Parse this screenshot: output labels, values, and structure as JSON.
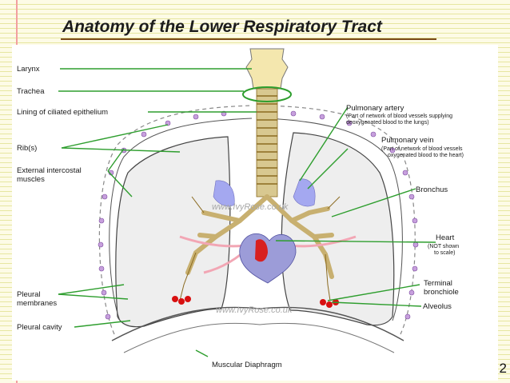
{
  "slide": {
    "title": "Anatomy of the Lower Respiratory Tract",
    "page_number": "2"
  },
  "diagram": {
    "watermark": "www.IvyRose.co.uk",
    "labels": {
      "larynx": "Larynx",
      "trachea": "Trachea",
      "lining": "Lining of ciliated epithelium",
      "ribs": "Rib(s)",
      "ext_intercostal_1": "External intercostal",
      "ext_intercostal_2": "muscles",
      "pleural_membranes_1": "Pleural",
      "pleural_membranes_2": "membranes",
      "pleural_cavity": "Pleural cavity",
      "diaphragm": "Muscular Diaphragm",
      "pulmonary_artery": "Pulmonary artery",
      "pulmonary_artery_note_1": "(Part of network of blood vessels supplying",
      "pulmonary_artery_note_2": "deoxygenated blood to the lungs)",
      "pulmonary_vein": "Pulmonary vein",
      "pulmonary_vein_note_1": "(Part of network of blood vessels",
      "pulmonary_vein_note_2": "oxygenated blood to the heart)",
      "bronchus": "Bronchus",
      "heart": "Heart",
      "heart_note_1": "(NOT shown",
      "heart_note_2": "to scale)",
      "terminal_bronchiole_1": "Terminal",
      "terminal_bronchiole_2": "bronchiole",
      "alveolus": "Alveolus"
    },
    "colors": {
      "pointer_line": "#2e9e2e",
      "lung_fill": "#eeeeee",
      "rib_dots": "#a070c0",
      "larynx": "#f4e7ae",
      "cartilage": "#d8c890",
      "airway": "#8a6a20",
      "artery": "#f2a6b4",
      "vein": "#a4a8f0",
      "heart": "#d82020",
      "alveolus": "#d81010"
    }
  }
}
